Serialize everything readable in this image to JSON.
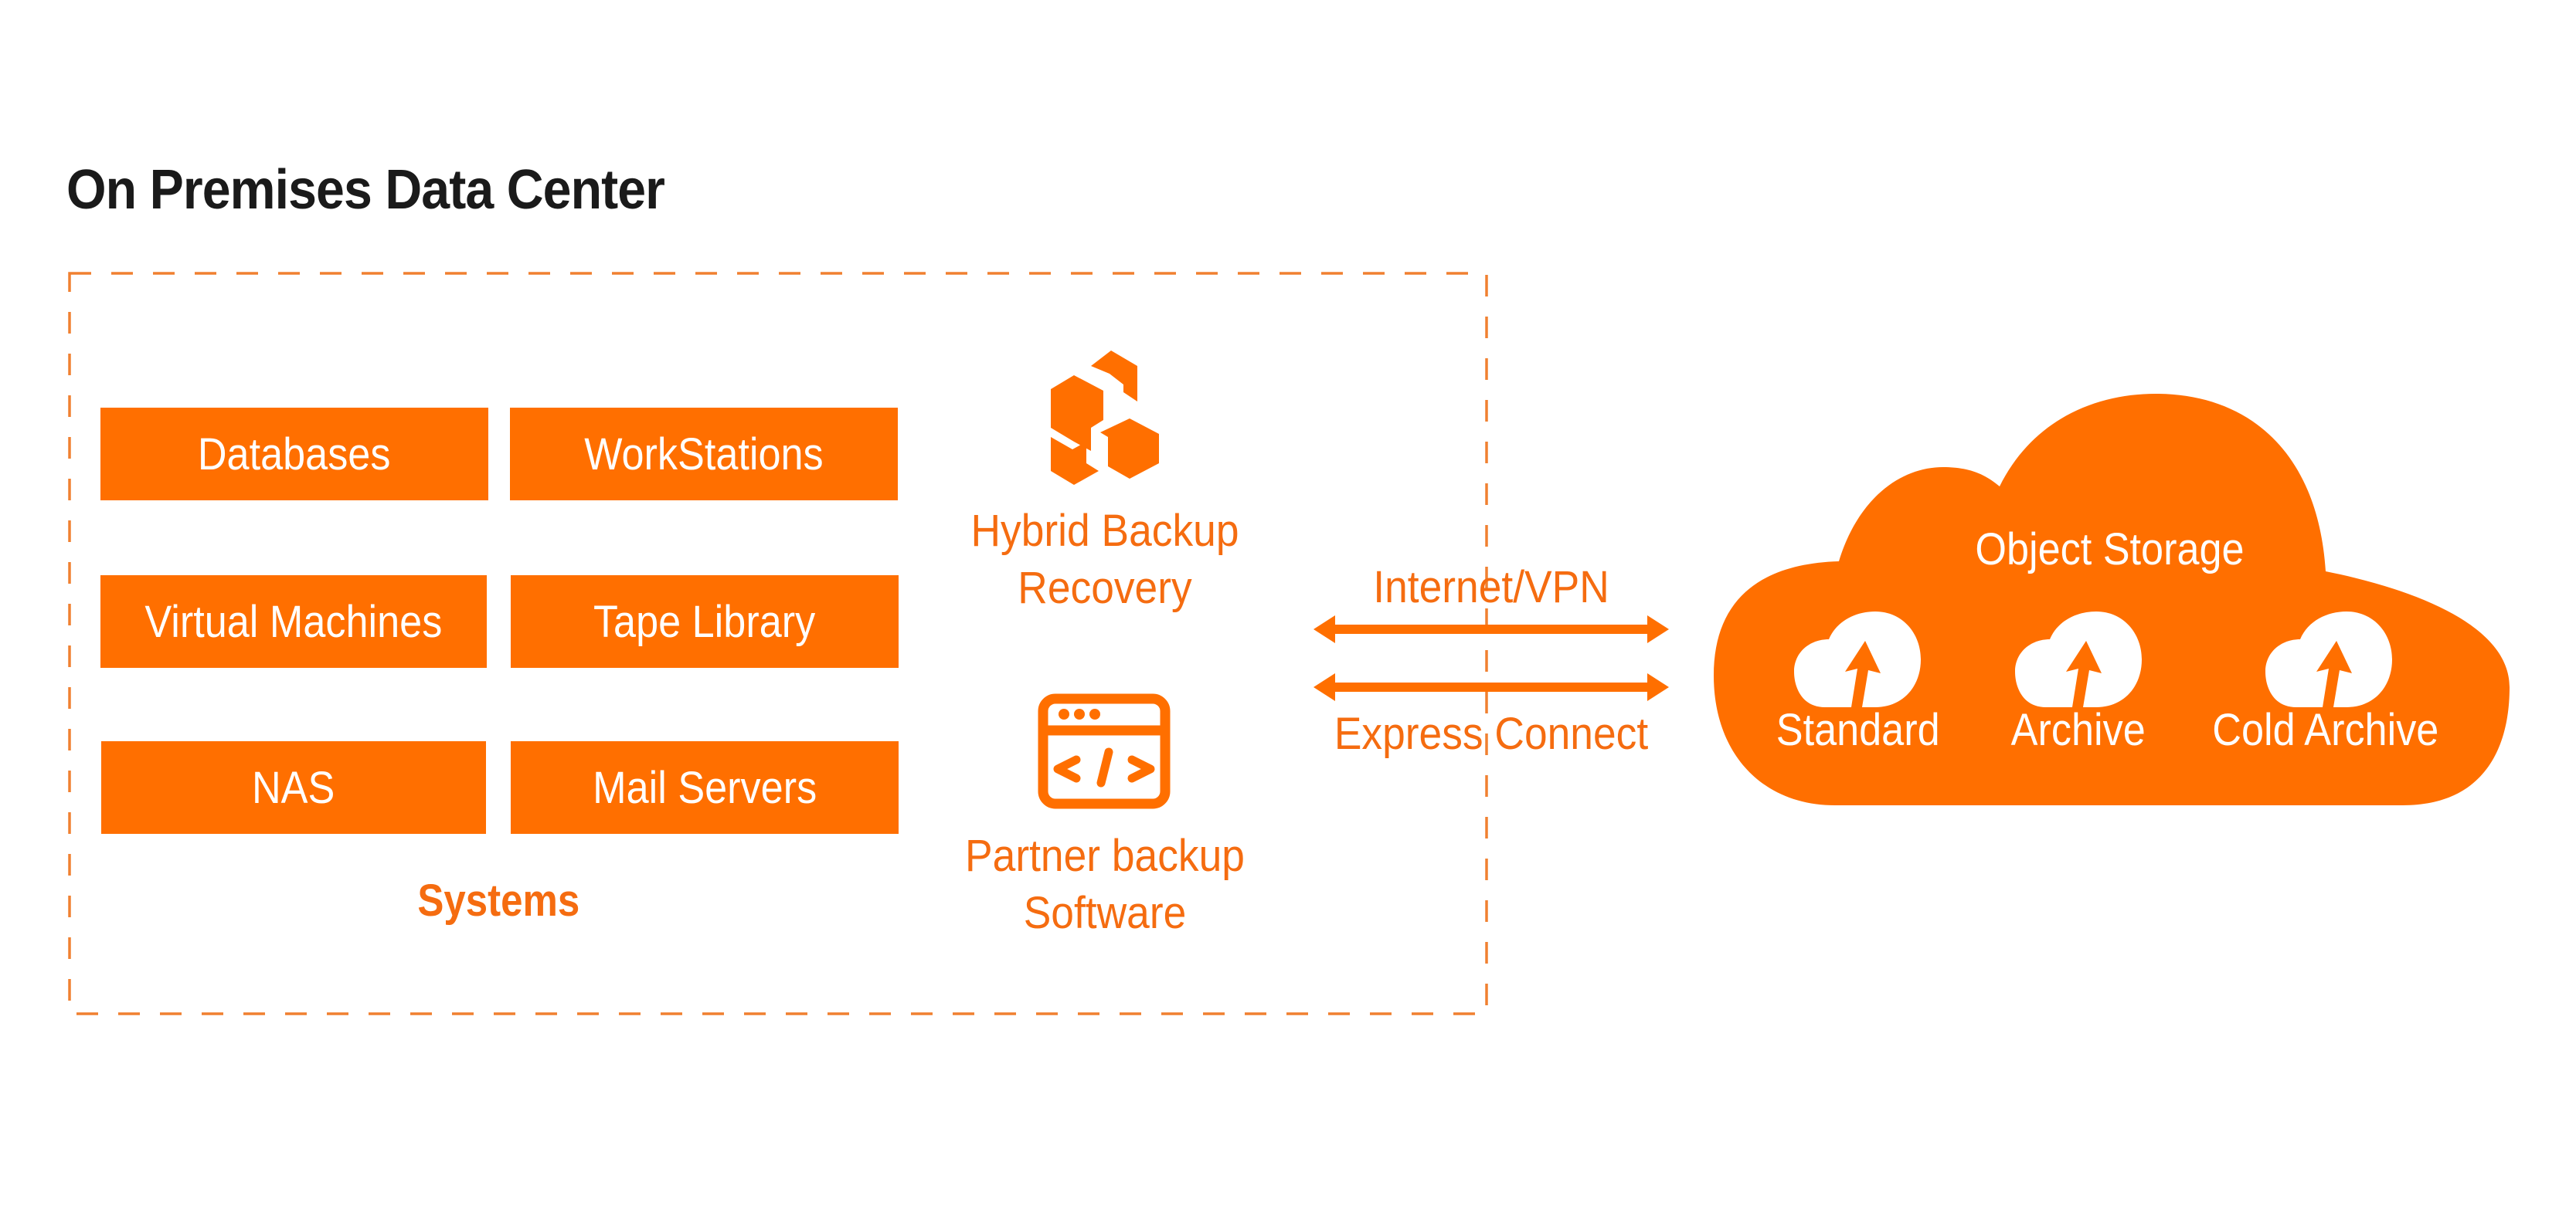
{
  "title": "On Premises Data Center",
  "colors": {
    "accent": "#ff6f00",
    "accent_text": "#f56c10",
    "title_text": "#1a1a1a",
    "background": "#ffffff",
    "box_text": "#ffffff"
  },
  "systems": {
    "label": "Systems",
    "items": [
      {
        "label": "Databases"
      },
      {
        "label": "WorkStations"
      },
      {
        "label": "Virtual Machines"
      },
      {
        "label": "Tape Library"
      },
      {
        "label": "NAS"
      },
      {
        "label": "Mail Servers"
      }
    ]
  },
  "backup_tools": [
    {
      "icon": "hybrid-backup-recovery-icon",
      "line1": "Hybrid Backup",
      "line2": "Recovery"
    },
    {
      "icon": "code-window-icon",
      "line1": "Partner backup",
      "line2": "Software"
    }
  ],
  "connections": [
    {
      "label": "Internet/VPN",
      "direction": "bidirectional"
    },
    {
      "label": "Express Connect",
      "direction": "bidirectional"
    }
  ],
  "cloud": {
    "title": "Object Storage",
    "tiers": [
      {
        "icon": "cloud-upload-icon",
        "label": "Standard"
      },
      {
        "icon": "cloud-upload-icon",
        "label": "Archive"
      },
      {
        "icon": "cloud-upload-icon",
        "label": "Cold Archive"
      }
    ]
  }
}
